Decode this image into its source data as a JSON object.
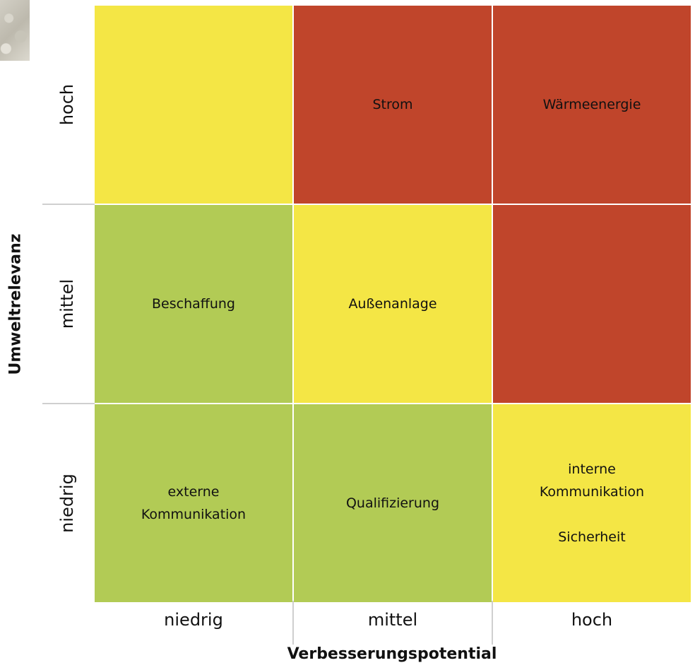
{
  "axes": {
    "y_title": "Umweltrelevanz",
    "x_title": "Verbesserungspotential",
    "rows": [
      "hoch",
      "mittel",
      "niedrig"
    ],
    "cols": [
      "niedrig",
      "mittel",
      "hoch"
    ]
  },
  "cells": {
    "r0c0": {
      "text": "",
      "color": "#f4e645"
    },
    "r0c1": {
      "text": "Strom",
      "color": "#c0452b"
    },
    "r0c2": {
      "text": "Wärmeenergie",
      "color": "#c0452b"
    },
    "r1c0": {
      "text": "Beschaffung",
      "color": "#b2cb55"
    },
    "r1c1": {
      "text": "Außenanlage",
      "color": "#f4e645"
    },
    "r1c2": {
      "text": "",
      "color": "#c0452b"
    },
    "r2c0": {
      "text": "externe\nKommunikation",
      "color": "#b2cb55"
    },
    "r2c1": {
      "text": "Qualifizierung",
      "color": "#b2cb55"
    },
    "r2c2": {
      "text": "interne\nKommunikation\n\nSicherheit",
      "color": "#f4e645"
    }
  }
}
